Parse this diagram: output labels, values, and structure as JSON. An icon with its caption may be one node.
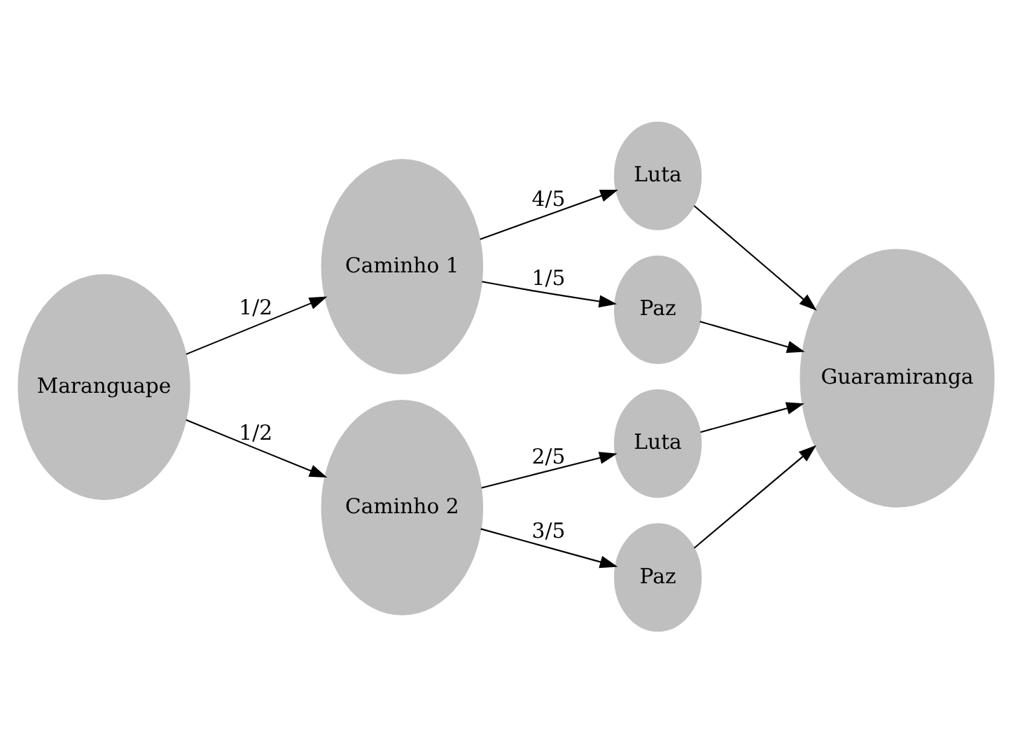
{
  "diagram": {
    "nodes": [
      {
        "text": [
          "Maranguape"
        ]
      },
      {
        "text": [
          "Caminho 1"
        ]
      },
      {
        "text": [
          "Caminho 2"
        ]
      },
      {
        "text": [
          "Luta"
        ]
      },
      {
        "text": [
          "Paz"
        ]
      },
      {
        "text": [
          "Luta"
        ]
      },
      {
        "text": [
          "Paz"
        ]
      },
      {
        "text": [
          "Guaramiranga"
        ]
      }
    ],
    "edges": [
      {
        "from": 0,
        "to": 1,
        "arrow": "to",
        "label": "1/2"
      },
      {
        "from": 0,
        "to": 2,
        "arrow": "to",
        "label": "1/2"
      },
      {
        "from": 1,
        "to": 3,
        "arrow": "to",
        "label": "4/5"
      },
      {
        "from": 1,
        "to": 4,
        "arrow": "to",
        "label": "1/5"
      },
      {
        "from": 2,
        "to": 5,
        "arrow": "to",
        "label": "2/5"
      },
      {
        "from": 2,
        "to": 6,
        "arrow": "to",
        "label": "3/5"
      },
      {
        "from": 3,
        "to": 7,
        "arrow": "to"
      },
      {
        "from": 4,
        "to": 7,
        "arrow": "to"
      },
      {
        "from": 5,
        "to": 7,
        "arrow": "to"
      },
      {
        "from": 6,
        "to": 7,
        "arrow": "to"
      }
    ]
  }
}
